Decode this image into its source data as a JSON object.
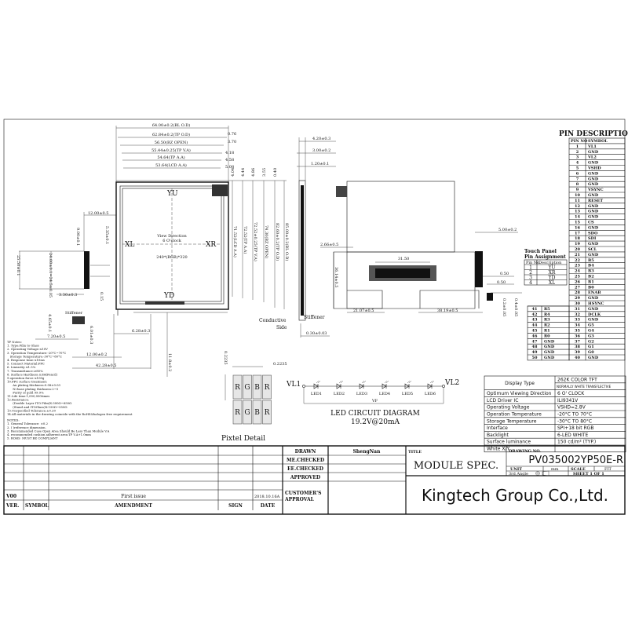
{
  "front_view": {
    "dims_top": [
      "64.00±0.2(BL O.D)",
      "62.84±0.2(TP O.D)",
      "56.50(BZ OPEN)",
      "55.44±0.25(TP V.A)",
      "54.64(TP A.A)",
      "53.64(LCD A.A)"
    ],
    "dims_top_right": [
      "0.76",
      "3.70",
      "4.18",
      "4.58",
      "5.08"
    ],
    "dims_right_small": [
      "4.04",
      "4.44",
      "4.86",
      "3.55",
      "0.40"
    ],
    "dims_right": [
      "71.52(LCD A.A)",
      "72.52(TP A.A)",
      "72.52±0.25(TP V.A)",
      "74.30(BZ OPEN)",
      "82.60±0.2(TP O.D)",
      "85.00±0.2(BL O.D)"
    ],
    "labels": {
      "yu": "YU",
      "yd": "YD",
      "xl": "XL",
      "xr": "XR",
      "view_direction": "View Direction",
      "clock": "6 O'clock",
      "resolution": "240*(RGB)*320"
    },
    "dims_left": [
      "12.00±0.5",
      "9.00±0.1",
      "5.35±0.1",
      "25.50±0.1",
      "24.00±0.1=24.5±0.05",
      "3.30±0.3",
      "0.15",
      "7.20±0.5",
      "4.65±0.1",
      "6.28±0.3",
      "12.00±0.2",
      "42.28±0.5",
      "6.01±0.3",
      "11.8±0.2"
    ],
    "stiffener": "Stiffener"
  },
  "side_view": {
    "dims": [
      "4.20±0.3",
      "3.00±0.2",
      "1.20±0.1",
      "0.30±0.03"
    ],
    "stiffener": "Stiffener",
    "conductive": "Conductive",
    "side": "Side"
  },
  "back_view": {
    "dims": [
      "2.66±0.5",
      "31.50",
      "36.14±0.5",
      "21.07±0.5",
      "38.19±0.5",
      "5.00±0.2",
      "0.50",
      "0.50",
      "0.2±0.05",
      "0.4±0.05"
    ]
  },
  "pin_description": {
    "title": "PIN DESCRIPTION",
    "headers": [
      "PIN NO",
      "SYMBOL"
    ],
    "pins": [
      "VL1",
      "GND",
      "VL2",
      "GND",
      "VSHD",
      "GND",
      "GND",
      "GND",
      "VSYNC",
      "GND",
      "RESET",
      "GND",
      "GND",
      "GND",
      "CS",
      "GND",
      "SDO",
      "SDI",
      "GND",
      "SCL",
      "GND",
      "B5",
      "B4",
      "B3",
      "B2",
      "B1",
      "B0",
      "ENAB",
      "GND",
      "HSYNC",
      "GND",
      "DCLK",
      "GND",
      "G5",
      "G4",
      "G3",
      "G2",
      "G1",
      "G0",
      "GND",
      "R5",
      "R4",
      "R3",
      "R2",
      "R1",
      "R0",
      "GND",
      "GND",
      "GND",
      "GND"
    ]
  },
  "touch_panel": {
    "title_1": "Touch Panel",
    "title_2": "Pin Assignment",
    "headers": [
      "Pin No.",
      "Description"
    ],
    "rows": [
      [
        "1",
        "YU"
      ],
      [
        "2",
        "XR"
      ],
      [
        "3",
        "YD"
      ],
      [
        "4",
        "XL"
      ]
    ]
  },
  "pixel_detail": {
    "pitch_h": "0.2235",
    "pitch_v": "0.2235",
    "cells": [
      "R",
      "G",
      "B",
      "R"
    ],
    "title": "Pixtel Detail"
  },
  "led_circuit": {
    "vl1": "VL1",
    "vl2": "VL2",
    "leds": [
      "LED1",
      "LED2",
      "LED3",
      "LED4",
      "LED5",
      "LED6"
    ],
    "vf": "VF",
    "title": "LED CIRCUIT DIAGRAM",
    "rating": "19.2V@20mA"
  },
  "spec_table": [
    [
      "Display Type",
      "262K COLOR TFT",
      "NORMALLY WHITE TRANSFLECTIVE"
    ],
    [
      "Optimum Viewing Direction",
      "6 O' CLOCK"
    ],
    [
      "LCD Driver IC",
      "ILI9341V"
    ],
    [
      "Operating Voltage",
      "VSHD=2.8V"
    ],
    [
      "Operation Temperature",
      "-20°C TO 70°C"
    ],
    [
      "Storage Temperature",
      "-30°C TO 80°C"
    ],
    [
      "Interface",
      "SPI+18 bit RGB"
    ],
    [
      "Backlight",
      "6-LED WHITE"
    ],
    [
      "Surface luminance",
      "150 cd/m² (TYP.)"
    ],
    [
      "White X/Y",
      ""
    ]
  ],
  "notes": [
    "TP Notes:",
    "1. Type:Film to Glass",
    "2. Operating Voltage:≤10V",
    "3. Operation Temperature:-20°C~70°C",
    "   Storage Temperature:-30°C~80°C",
    "4. Response time:≤10ms",
    "5. Connect Material:FPC",
    "6. Linearity:≤1.5%",
    "7. Transmittance:≥80%",
    "8. Surface Hardness:≥3H(Pencil)",
    "9.operation force:≤100g",
    "10.FPC surface treatment:",
    "      Au plating thickness:0.08±0.03",
    "      Ni base plating thickness:2~5",
    "      Purity of gold 99.9%",
    "11.Life time:1,000,000times",
    "12.Resistance:",
    "      (Double Layer ITO Film)X:300Ω~650Ω",
    "      (Stand and ITOGlass)X:150Ω~550Ω",
    "13.Unspecified Tolerance:±0.20",
    "14.All materials in the drawing coincide with the RoHS&halogen free requirement",
    "NOTES:",
    "1. General Tolerance: ±0.2",
    "2. ( )reference dimension.",
    "3. Recommended Case Open Area Should Be Less Than Module V.A",
    "4. recommended cushion adherent area:TP V.A+1.0mm",
    "5. ROHS  MUST BE COMPLIANT"
  ],
  "title_block": {
    "revision": {
      "ver": "V00",
      "amendment": "First issue",
      "date": "2018.10.16A"
    },
    "headers": {
      "ver": "VER.",
      "symbol": "SYMBOL",
      "amendment": "AMENDMENT",
      "sign": "SIGN",
      "date": "DATE"
    },
    "roles": [
      "DRAWN",
      "ME.CHECKED",
      "EE.CHECKED",
      "APPROVED"
    ],
    "drawn_by": "ShengNan",
    "customer_approval_1": "CUSTOMER'S",
    "customer_approval_2": "APPROVAL",
    "title_label": "TITLE",
    "title": "MODULE SPEC.",
    "drawing_no_label": "DRAWING NO.",
    "drawing_no": "PV035002YP50E-R",
    "unit_label": "UNIT",
    "unit": "mm",
    "scale_label": "SCALE",
    "scale": "FIT",
    "projection": "3rd Angle",
    "sheet": "SHEET  1  OF  1",
    "company": "Kingtech Group Co.,Ltd."
  }
}
